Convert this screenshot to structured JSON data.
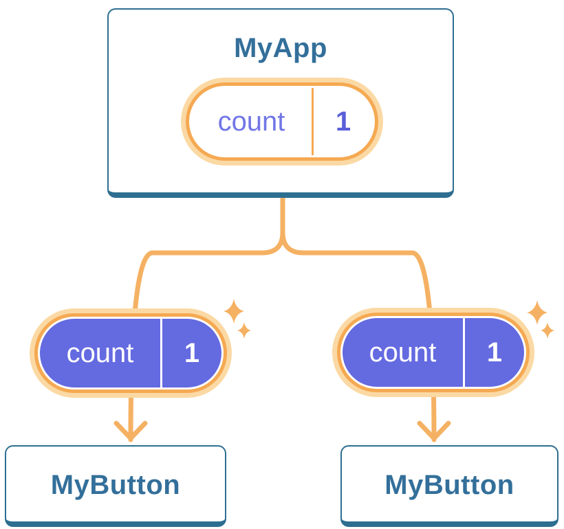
{
  "diagram": {
    "root": {
      "title": "MyApp",
      "pill": {
        "label": "count",
        "value": "1"
      }
    },
    "children": [
      {
        "title": "MyButton",
        "pill": {
          "label": "count",
          "value": "1"
        }
      },
      {
        "title": "MyButton",
        "pill": {
          "label": "count",
          "value": "1"
        }
      }
    ],
    "icons": {
      "sparkle": "sparkle-icon",
      "arrow": "arrow-down-icon"
    },
    "colors": {
      "background": "#FFFFFF",
      "card_border_blue": "#2D6E91",
      "card_title_blue": "#336F9A",
      "pill_fill_purple": "#646AE0",
      "pill_text_white": "#FFFFFF",
      "pill_label_indigo": "#7176E6",
      "pill_value_indigo": "#5A5FD9",
      "connector_orange": "#F5B163",
      "pill_ring_inner_orange": "#F5A952",
      "pill_ring_outer_cream": "#FBD9A4"
    }
  }
}
